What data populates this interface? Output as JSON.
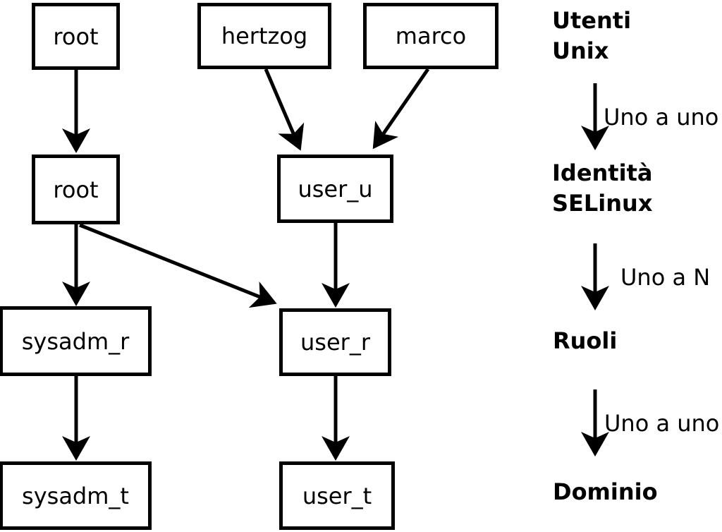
{
  "app": {
    "background_color": "#ffffff",
    "foreground_color": "#000000"
  },
  "diagram": {
    "type": "flow",
    "nodes": [
      {
        "id": "unix-user-root",
        "label": "root"
      },
      {
        "id": "unix-user-hertzog",
        "label": "hertzog"
      },
      {
        "id": "unix-user-marco",
        "label": "marco"
      },
      {
        "id": "selinux-identity-root",
        "label": "root"
      },
      {
        "id": "selinux-identity-user-u",
        "label": "user_u"
      },
      {
        "id": "role-sysadm-r",
        "label": "sysadm_r"
      },
      {
        "id": "role-user-r",
        "label": "user_r"
      },
      {
        "id": "domain-sysadm-t",
        "label": "sysadm_t"
      },
      {
        "id": "domain-user-t",
        "label": "user_t"
      }
    ],
    "edges": [
      {
        "from": "unix-user-root",
        "to": "selinux-identity-root"
      },
      {
        "from": "unix-user-hertzog",
        "to": "selinux-identity-user-u"
      },
      {
        "from": "unix-user-marco",
        "to": "selinux-identity-user-u"
      },
      {
        "from": "selinux-identity-root",
        "to": "role-sysadm-r"
      },
      {
        "from": "selinux-identity-root",
        "to": "role-user-r"
      },
      {
        "from": "selinux-identity-user-u",
        "to": "role-user-r"
      },
      {
        "from": "role-sysadm-r",
        "to": "domain-sysadm-t"
      },
      {
        "from": "role-user-r",
        "to": "domain-user-t"
      }
    ],
    "legend": {
      "headings": [
        "Utenti\nUnix",
        "Identità\nSELinux",
        "Ruoli",
        "Dominio"
      ],
      "arrow_labels": [
        "Uno a uno",
        "Uno a N",
        "Uno a uno"
      ]
    }
  }
}
